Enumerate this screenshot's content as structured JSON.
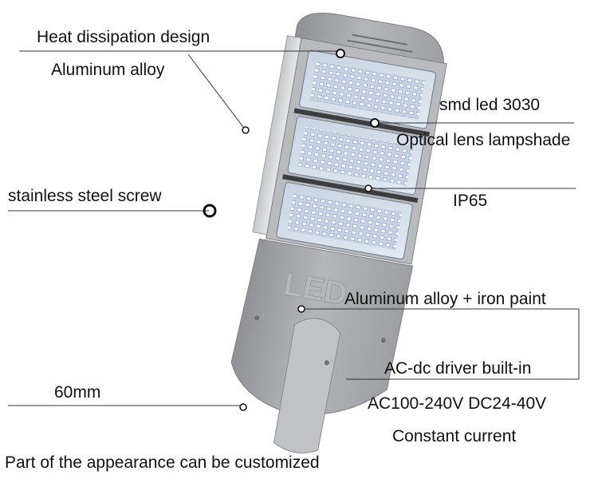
{
  "labels": {
    "heat_dissipation": "Heat dissipation design",
    "aluminum_alloy": "Aluminum alloy",
    "smd_led": "smd led 3030",
    "optical_lens": "Optical lens lampshade",
    "stainless_screw": "stainless steel screw",
    "ip_rating": "IP65",
    "aluminum_iron": "Aluminum alloy + iron paint",
    "driver": "AC-dc driver built-in",
    "voltage": "AC100-240V  DC24-40V",
    "current": "Constant current",
    "dimension": "60mm",
    "footer": "Part of the appearance can be customized"
  },
  "product": {
    "housing_color": "#a9abae",
    "housing_dark": "#8e9093",
    "panel_color": "#d6dde8",
    "led_color": "#eef4ff",
    "logo_text": "LED"
  }
}
